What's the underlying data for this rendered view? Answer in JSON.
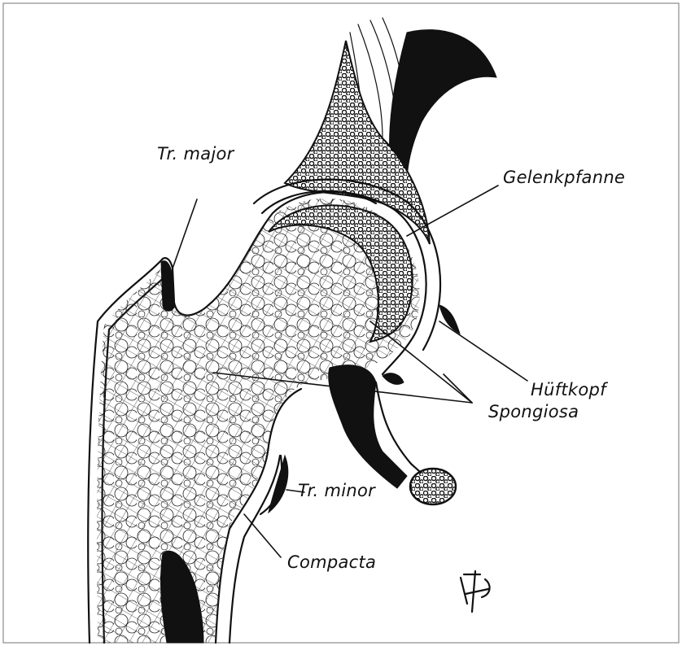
{
  "figure": {
    "labels": {
      "tr_major": "Tr. major",
      "gelenkpfanne": "Gelenkpfanne",
      "hueftkopf": "Hüftkopf",
      "spongiosa": "Spongiosa",
      "tr_minor": "Tr. minor",
      "compacta": "Compacta"
    },
    "signature_icon": "artist-monogram-signature"
  }
}
